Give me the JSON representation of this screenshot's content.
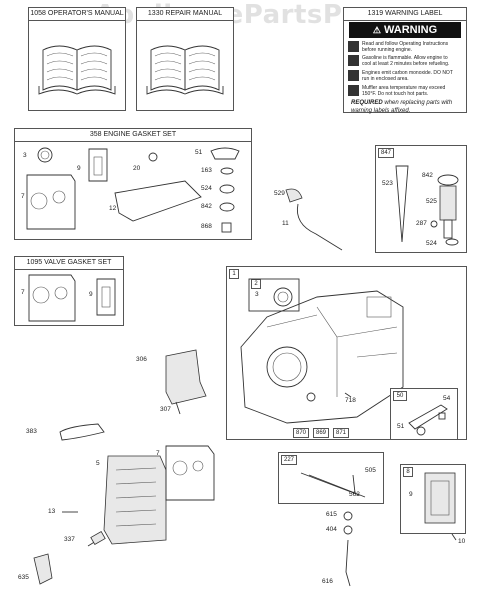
{
  "watermark": "AppliancePartsPros.com",
  "manuals": {
    "operators": "1058 OPERATOR'S MANUAL",
    "repair": "1330 REPAIR MANUAL"
  },
  "warning_label": {
    "title": "1319 WARNING LABEL",
    "heading": "WARNING",
    "lines": [
      "Read and follow Operating Instructions before running engine.",
      "Gasoline is flammable. Allow engine to cool at least 2 minutes before refueling.",
      "Engines emit carbon monoxide. DO NOT run in enclosed area.",
      "Muffler area temperature may exceed 150°F. Do not touch hot parts."
    ],
    "required_bold": "REQUIRED",
    "required_rest": " when replacing parts with warning labels affixed."
  },
  "engine_gasket_set": {
    "title": "358 ENGINE GASKET SET",
    "labels": [
      "3",
      "9",
      "20",
      "51",
      "163",
      "524",
      "842",
      "868",
      "7",
      "12"
    ]
  },
  "valve_gasket_set": {
    "title": "1095 VALVE GASKET SET",
    "labels": [
      "7",
      "9"
    ]
  },
  "assembly_847": {
    "tag": "847",
    "labels": [
      "523",
      "842",
      "525",
      "287",
      "524"
    ]
  },
  "assembly_1": {
    "tag": "1",
    "sub_tag": "2",
    "sub_label": "3",
    "labels": [
      "718"
    ],
    "bottom_tags": [
      "870",
      "869",
      "871"
    ]
  },
  "assembly_50": {
    "tag": "50",
    "labels": [
      "54",
      "51"
    ]
  },
  "assembly_227": {
    "tag": "227",
    "labels": [
      "505",
      "562"
    ]
  },
  "assembly_8": {
    "tag": "8",
    "labels": [
      "9"
    ]
  },
  "loose_labels": {
    "l529": "529",
    "l11": "11",
    "l306": "306",
    "l307": "307",
    "l383": "383",
    "l5": "5",
    "l7": "7",
    "l13": "13",
    "l337": "337",
    "l635": "635",
    "l615": "615",
    "l404": "404",
    "l616": "616",
    "l10": "10"
  }
}
